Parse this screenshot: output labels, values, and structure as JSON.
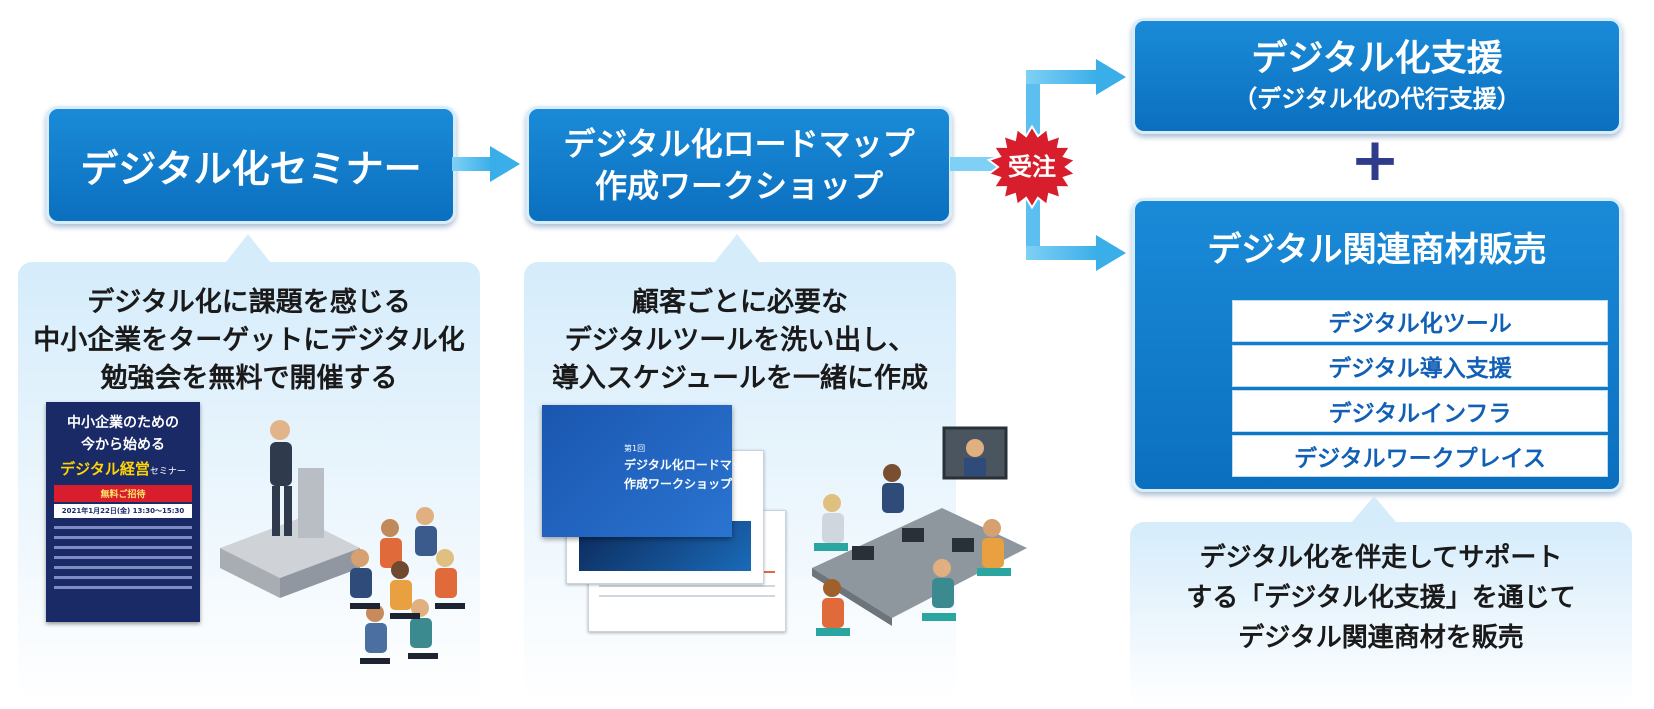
{
  "step1": {
    "title": "デジタル化セミナー",
    "desc": [
      "デジタル化に課題を感じる",
      "中小企業をターゲットにデジタル化",
      "勉強会を無料で開催する"
    ]
  },
  "step2": {
    "title_lines": [
      "デジタル化ロードマップ",
      "作成ワークショップ"
    ],
    "desc": [
      "顧客ごとに必要な",
      "デジタルツールを洗い出し、",
      "導入スケジュールを一緒に作成"
    ]
  },
  "order_badge": "受注",
  "support": {
    "title": "デジタル化支援",
    "subtitle": "（デジタル化の代行支援）"
  },
  "plus": "+",
  "sales": {
    "title": "デジタル関連商材販売",
    "items": [
      "デジタル化ツール",
      "デジタル導入支援",
      "デジタルインフラ",
      "デジタルワークプレイス"
    ],
    "desc": [
      "デジタル化を伴走してサポート",
      "する「デジタル化支援」を通じて",
      "デジタル関連商材を販売"
    ]
  },
  "flyer": {
    "line1": "中小企業のための",
    "line2": "今から始める",
    "line3": "デジタル経営",
    "line3b": "セミナー",
    "badge": "無料ご招待",
    "date": "2021年1月22日(金) 13:30～15:30"
  },
  "doc": {
    "small": "第1回",
    "title1": "デジタル化ロードマップ",
    "title2": "作成ワークショップ"
  },
  "colors": {
    "primary": "#0b6fbf",
    "arrow": "#3aaee8",
    "badge": "#d81e2c",
    "plus": "#2e3c8a"
  }
}
